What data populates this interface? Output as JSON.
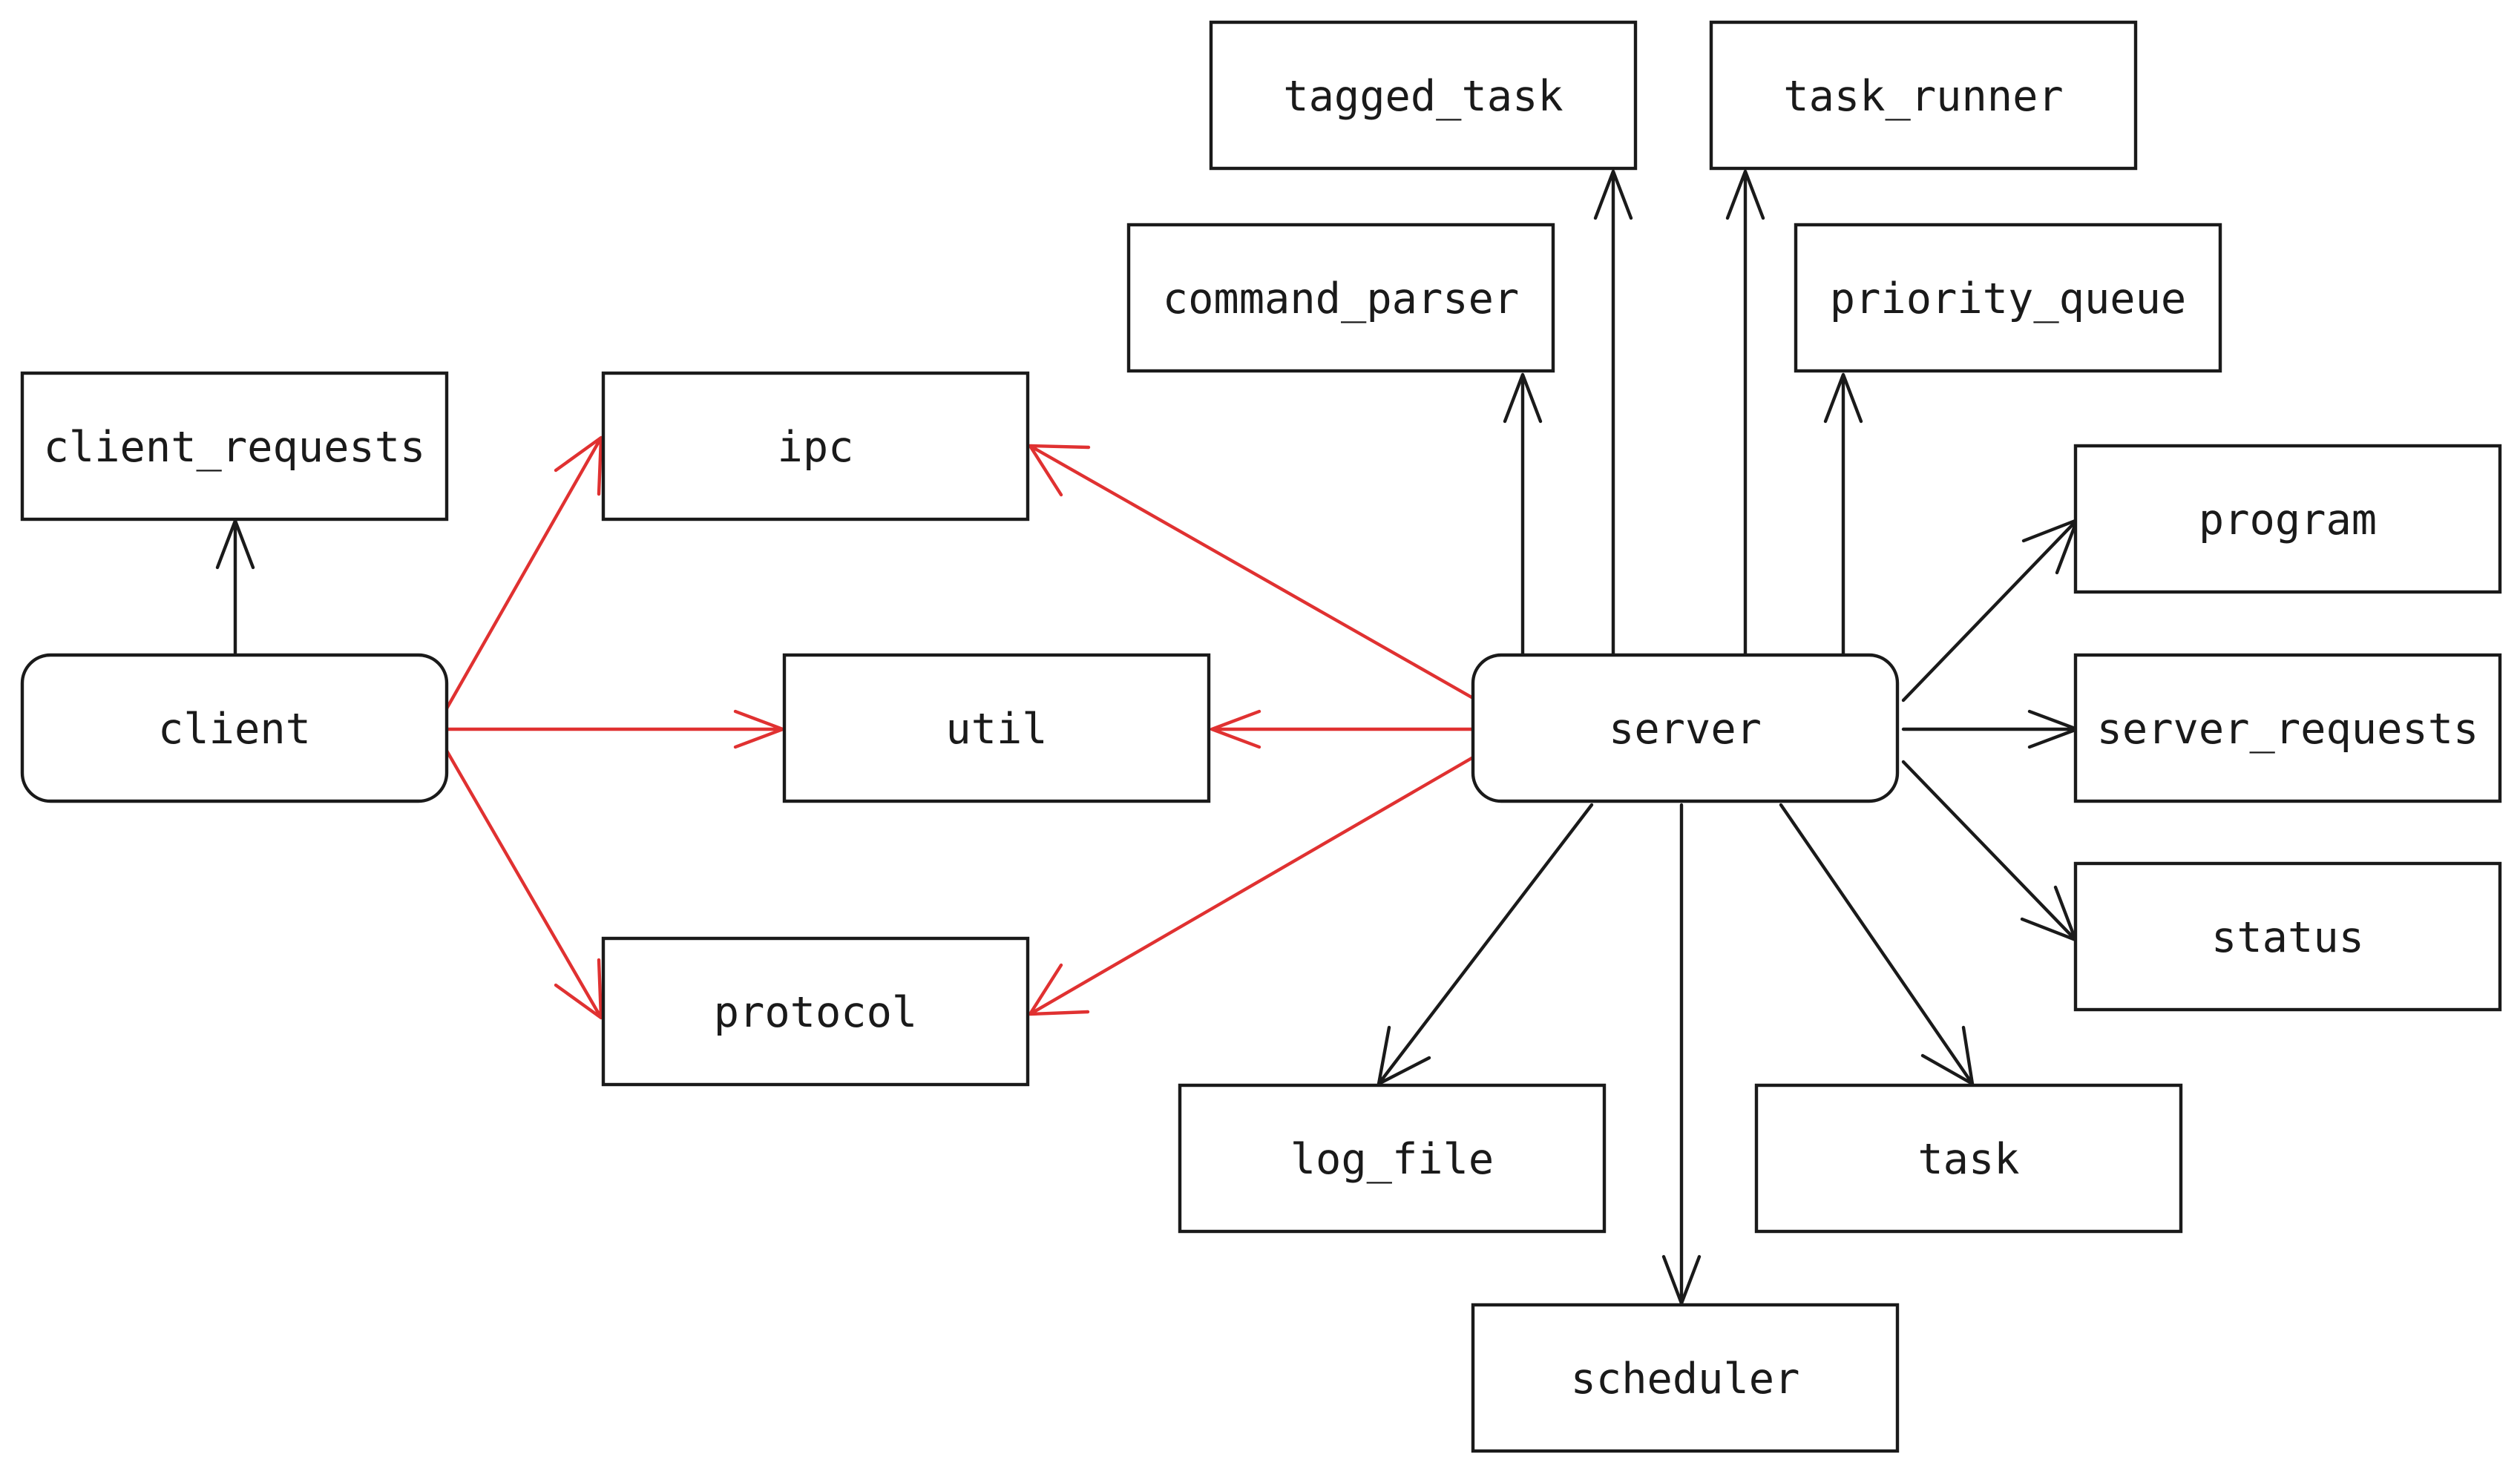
{
  "colors": {
    "internal": "#1a1a1a",
    "shared": "#e03131",
    "background": "#ffffff"
  },
  "nodes": {
    "client": "client",
    "server": "server",
    "client_requests": "client_requests",
    "ipc": "ipc",
    "util": "util",
    "protocol": "protocol",
    "tagged_task": "tagged_task",
    "task_runner": "task_runner",
    "command_parser": "command_parser",
    "priority_queue": "priority_queue",
    "program": "program",
    "server_requests": "server_requests",
    "status": "status",
    "log_file": "log_file",
    "task": "task",
    "scheduler": "scheduler"
  },
  "edges": [
    {
      "from": "client",
      "to": "client_requests",
      "style": "internal"
    },
    {
      "from": "client",
      "to": "ipc",
      "style": "shared"
    },
    {
      "from": "client",
      "to": "util",
      "style": "shared"
    },
    {
      "from": "client",
      "to": "protocol",
      "style": "shared"
    },
    {
      "from": "server",
      "to": "ipc",
      "style": "shared"
    },
    {
      "from": "server",
      "to": "util",
      "style": "shared"
    },
    {
      "from": "server",
      "to": "protocol",
      "style": "shared"
    },
    {
      "from": "server",
      "to": "command_parser",
      "style": "internal"
    },
    {
      "from": "server",
      "to": "tagged_task",
      "style": "internal"
    },
    {
      "from": "server",
      "to": "task_runner",
      "style": "internal"
    },
    {
      "from": "server",
      "to": "priority_queue",
      "style": "internal"
    },
    {
      "from": "server",
      "to": "program",
      "style": "internal"
    },
    {
      "from": "server",
      "to": "server_requests",
      "style": "internal"
    },
    {
      "from": "server",
      "to": "status",
      "style": "internal"
    },
    {
      "from": "server",
      "to": "log_file",
      "style": "internal"
    },
    {
      "from": "server",
      "to": "task",
      "style": "internal"
    },
    {
      "from": "server",
      "to": "scheduler",
      "style": "internal"
    }
  ]
}
